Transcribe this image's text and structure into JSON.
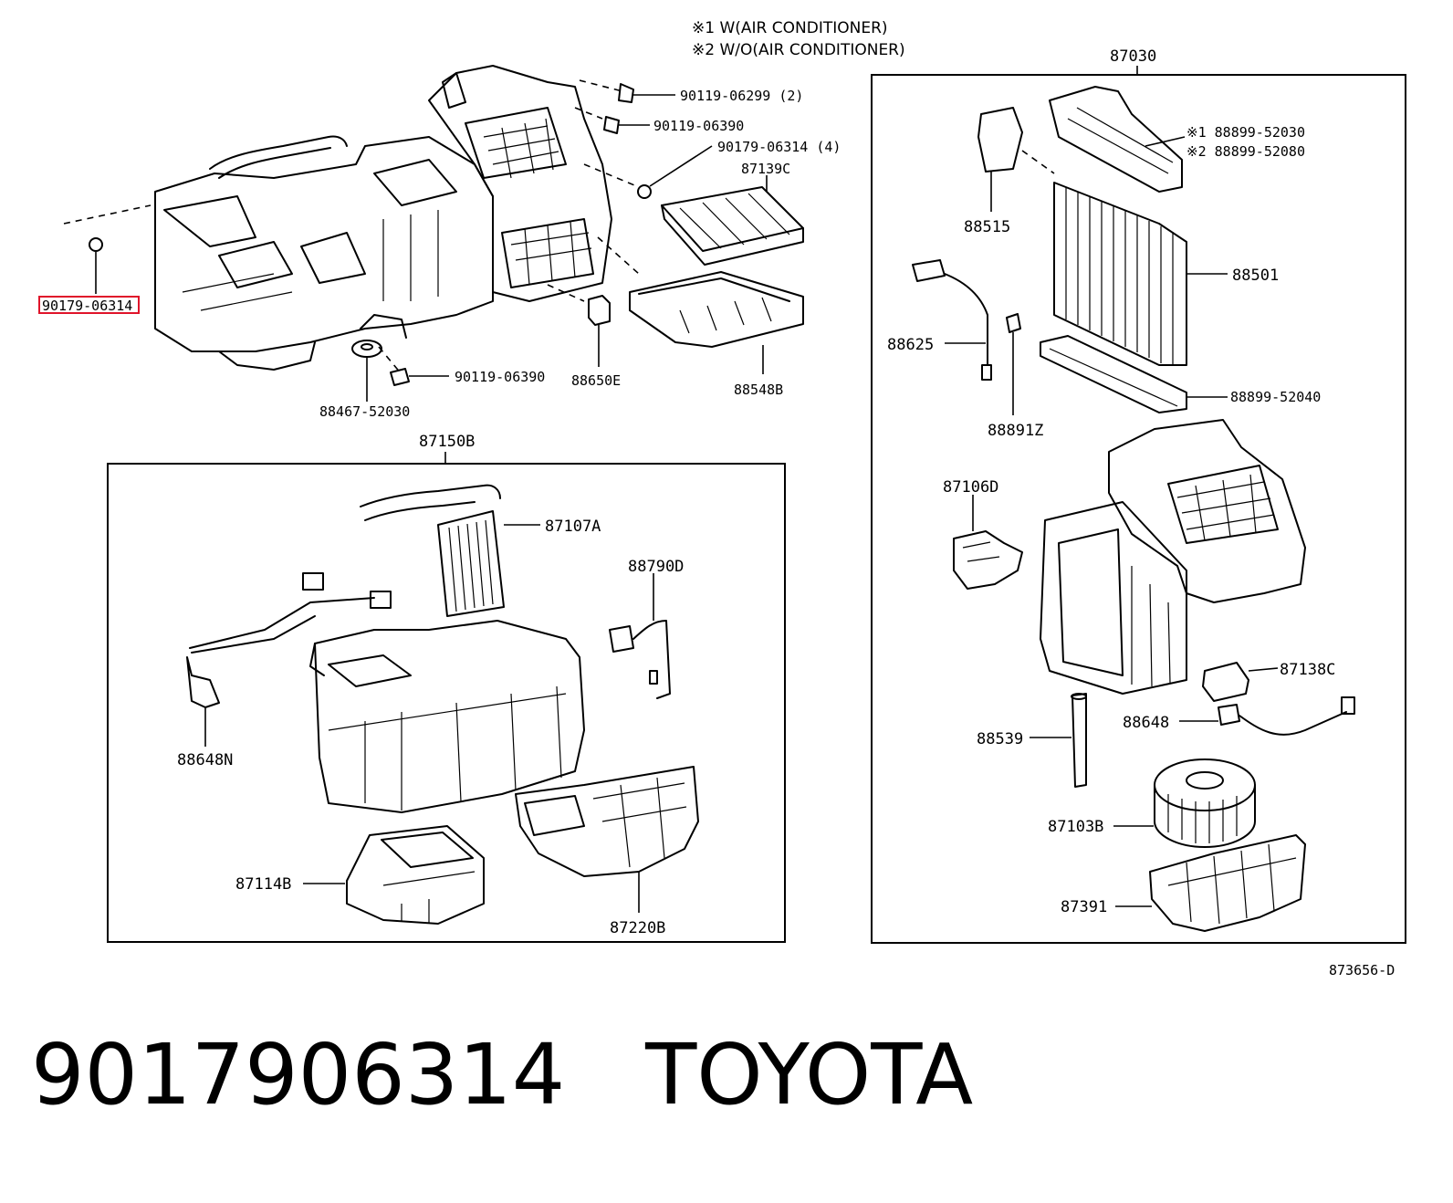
{
  "notes": {
    "n1": "※1 W(AIR CONDITIONER)",
    "n2": "※2 W/O(AIR CONDITIONER)"
  },
  "illustration_code": "873656-D",
  "highlighted_part": "90179-06314",
  "caption": {
    "part_number": "9017906314",
    "brand": "TOYOTA"
  },
  "main_assembly": {
    "p_90179_06314": "90179-06314",
    "p_90119_06299": "90119-06299 (2)",
    "p_90119_06390_a": "90119-06390",
    "p_90179_06314_4": "90179-06314 (4)",
    "p_87139C": "87139C",
    "p_88650E": "88650E",
    "p_88548B": "88548B",
    "p_90119_06390_b": "90119-06390",
    "p_88467_52030": "88467-52030"
  },
  "heater_box": {
    "title": "87150B",
    "p_87107A": "87107A",
    "p_88790D": "88790D",
    "p_88648N": "88648N",
    "p_87114B": "87114B",
    "p_87220B": "87220B"
  },
  "blower_box": {
    "title": "87030",
    "p_88899_52030": "※1 88899-52030",
    "p_88899_52080": "※2 88899-52080",
    "p_88515": "88515",
    "p_88501": "88501",
    "p_88625": "88625",
    "p_88899_52040": "88899-52040",
    "p_88891Z": "88891Z",
    "p_87106D": "87106D",
    "p_87138C": "87138C",
    "p_88648": "88648",
    "p_88539": "88539",
    "p_87103B": "87103B",
    "p_87391": "87391"
  }
}
